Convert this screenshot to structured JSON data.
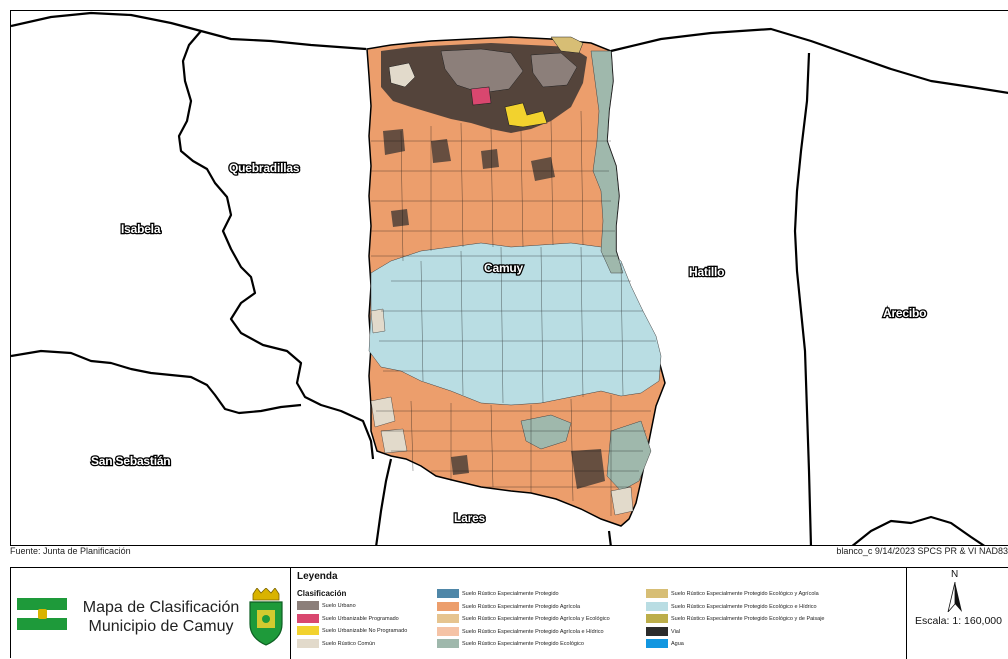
{
  "map": {
    "municipalities": [
      "Quebradillas",
      "Isabela",
      "Camuy",
      "Hatillo",
      "Arecibo",
      "San Sebastián",
      "Lares"
    ]
  },
  "source_text": "Fuente: Junta de Planificación",
  "meta_text": "blanco_c  9/14/2023   SPCS PR & VI NAD83",
  "title": {
    "line1": "Mapa de Clasificación",
    "line2": "Municipio de Camuy"
  },
  "legend": {
    "heading": "Leyenda",
    "subheading": "Clasificación",
    "items": [
      {
        "label": "Suelo Urbano",
        "color": "#8c7f7a"
      },
      {
        "label": "Suelo Urbanizable Programado",
        "color": "#d9476f"
      },
      {
        "label": "Suelo Urbanizable No Programado",
        "color": "#f2d22e"
      },
      {
        "label": "Suelo Rústico Común",
        "color": "#e2dacb"
      },
      {
        "label": "Suelo Rústico Especialmente Protegido",
        "color": "#4f87a8"
      },
      {
        "label": "Suelo Rústico Especialmente Protegido Agrícola",
        "color": "#ec9e6c"
      },
      {
        "label": "Suelo Rústico Especialmente Protegido Agrícola y Ecológico",
        "color": "#e6c48f"
      },
      {
        "label": "Suelo Rústico Especialmente Protegido Agrícola e Hídrico",
        "color": "#f5c3a6"
      },
      {
        "label": "Suelo Rústico Especialmente Protegido Ecológico",
        "color": "#9fb8ac"
      },
      {
        "label": "Suelo Rústico Especialmente Protegido Ecológico y Agrícola",
        "color": "#d7be75"
      },
      {
        "label": "Suelo Rústico Especialmente Protegido Ecológico e Hídrico",
        "color": "#b9dde3"
      },
      {
        "label": "Suelo Rústico Especialmente Protegido Ecológico y de Paisaje",
        "color": "#bcae4a"
      },
      {
        "label": "Vial",
        "color": "#2b2b2b"
      },
      {
        "label": "Agua",
        "color": "#1296e0"
      }
    ]
  },
  "north_label": "N",
  "scale_text": "Escala: 1: 160,000"
}
